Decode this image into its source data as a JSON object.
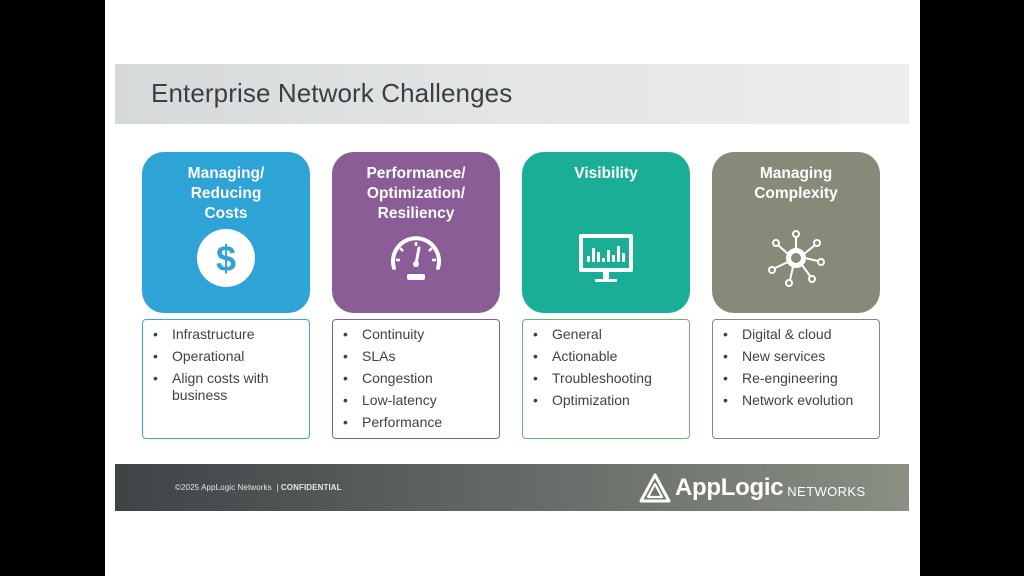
{
  "slide": {
    "title": "Enterprise Network Challenges",
    "cards": [
      {
        "title": "Managing/\nReducing\nCosts",
        "icon": "dollar-coin-icon",
        "color": "#2ea3d6",
        "border": "#3aa8d8",
        "items": [
          "Infrastructure",
          "Operational",
          "Align costs with business"
        ]
      },
      {
        "title": "Performance/\nOptimization/\nResiliency",
        "icon": "speedometer-icon",
        "color": "#8b5d96",
        "border": "#8b5d96",
        "items": [
          "Continuity",
          "SLAs",
          "Congestion",
          "Low-latency",
          "Performance"
        ]
      },
      {
        "title": "Visibility",
        "icon": "monitor-chart-icon",
        "color": "#1aae96",
        "border": "#6db36a",
        "items": [
          "General",
          "Actionable",
          "Troubleshooting",
          "Optimization"
        ]
      },
      {
        "title": "Managing\nComplexity",
        "icon": "network-hub-icon",
        "color": "#878a78",
        "border": "#878a78",
        "items": [
          "Digital & cloud",
          "New services",
          "Re-engineering",
          "Network evolution"
        ]
      }
    ]
  },
  "footer": {
    "copyright": "©2025 AppLogic Networks",
    "separator": "|",
    "confidential": "CONFIDENTIAL",
    "logo_word": "AppLogic",
    "logo_sub": "NETWORKS"
  }
}
